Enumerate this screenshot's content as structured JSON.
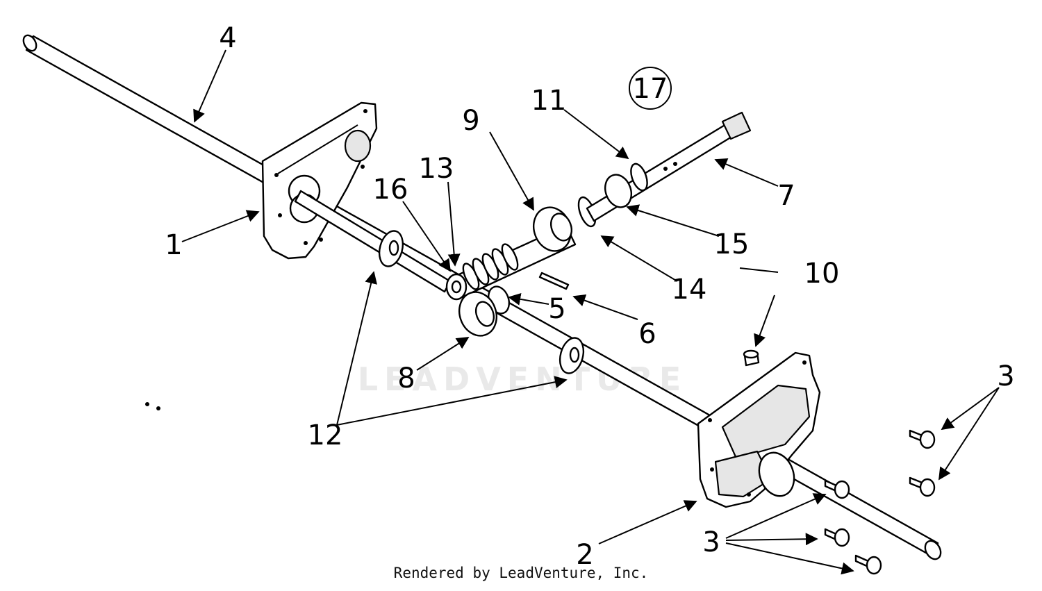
{
  "diagram": {
    "callouts": {
      "c1": "1",
      "c2": "2",
      "c3a": "3",
      "c3b": "3",
      "c4": "4",
      "c5": "5",
      "c6": "6",
      "c7": "7",
      "c8": "8",
      "c9": "9",
      "c10": "10",
      "c11": "11",
      "c12": "12",
      "c13": "13",
      "c14": "14",
      "c15": "15",
      "c16": "16",
      "c17": "17"
    },
    "watermark": "LEADVENTURE",
    "footer": "Rendered by LeadVenture, Inc."
  }
}
